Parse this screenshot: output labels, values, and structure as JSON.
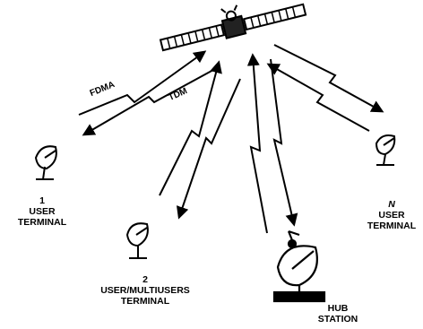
{
  "diagram": {
    "satellite": {
      "icon": "satellite-icon"
    },
    "links": {
      "fdma": "FDMA",
      "tdm": "TDM"
    },
    "terminals": {
      "t1": {
        "number": "1",
        "line1": "USER",
        "line2": "TERMINAL",
        "icon": "dish-antenna-icon"
      },
      "t2": {
        "number": "2",
        "line1": "USER/MULTIUSERS",
        "line2": "TERMINAL",
        "icon": "dish-antenna-icon"
      },
      "tn": {
        "number": "N",
        "line1": "USER",
        "line2": "TERMINAL",
        "icon": "dish-antenna-icon"
      },
      "hub": {
        "line1": "HUB",
        "line2": "STATION",
        "icon": "hub-dish-icon"
      }
    }
  }
}
